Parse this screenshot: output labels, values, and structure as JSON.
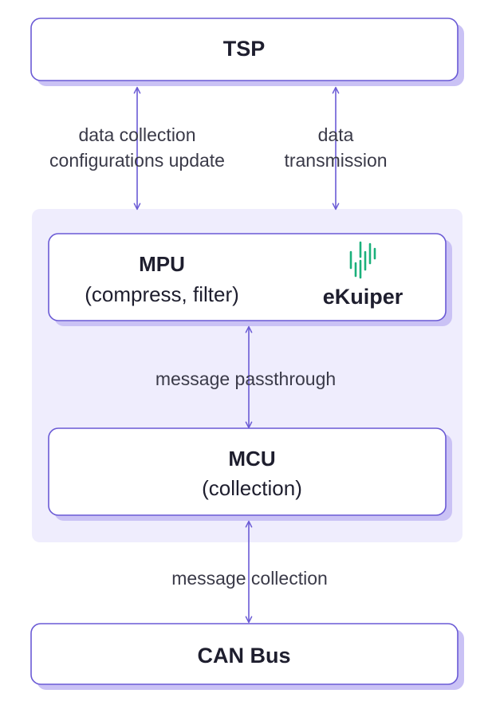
{
  "colors": {
    "border": "#6a5ad5",
    "shadow": "#cac2f5",
    "group_bg": "#efedfd",
    "arrow": "#6a5ad5",
    "text": "#1e1e2e",
    "label": "#3a3a48",
    "ekuiper_green": "#1bb07b"
  },
  "tsp": {
    "title": "TSP"
  },
  "arrows": {
    "tsp_left_label": [
      "data collection",
      "configurations update"
    ],
    "tsp_right_label": [
      "data",
      "transmission"
    ],
    "mpu_mcu_label": "message passthrough",
    "mcu_can_label": "message collection"
  },
  "mpu": {
    "title": "MPU",
    "subtitle": "(compress, filter)",
    "logo_text": "eKuiper",
    "logo_icon": "ekuiper-bars-icon"
  },
  "mcu": {
    "title": "MCU",
    "subtitle": "(collection)"
  },
  "can_bus": {
    "title": "CAN Bus"
  }
}
